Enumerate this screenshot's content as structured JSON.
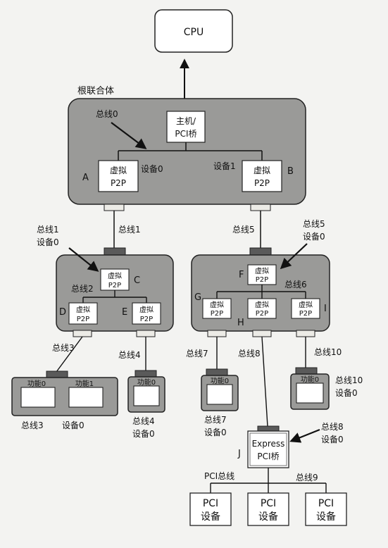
{
  "cpu": "CPU",
  "root_complex": "根联合体",
  "host_bridge": [
    "主机/",
    "PCI桥"
  ],
  "vp2p": [
    "虚拟",
    "P2P"
  ],
  "letters": {
    "A": "A",
    "B": "B",
    "C": "C",
    "D": "D",
    "E": "E",
    "F": "F",
    "G": "G",
    "H": "H",
    "I": "I",
    "J": "J"
  },
  "labels": {
    "bus0": "总线0",
    "dev0": "设备0",
    "dev1": "设备1",
    "bus1": "总线1",
    "bus1_dev0_a": "总线1",
    "bus1_dev0_b": "设备0",
    "bus5": "总线5",
    "bus5_dev0_a": "总线5",
    "bus5_dev0_b": "设备0",
    "bus2": "总线2",
    "bus6": "总线6",
    "bus3": "总线3",
    "bus4": "总线4",
    "bus7": "总线7",
    "bus8": "总线8",
    "bus10": "总线10",
    "func0": "功能0",
    "func1": "功能1",
    "ep1_a": "总线3",
    "ep1_b": "设备0",
    "ep2_a": "总线4",
    "ep2_b": "设备0",
    "ep3_a": "总线7",
    "ep3_b": "设备0",
    "ep4_a": "总线10",
    "ep4_b": "设备0",
    "bus8_dev0_a": "总线8",
    "bus8_dev0_b": "设备0",
    "express_bridge": [
      "Express",
      "PCI桥"
    ],
    "pci_bus": "PCI总线",
    "bus9": "总线9",
    "pci_device": [
      "PCI",
      "设备"
    ]
  },
  "colors": {
    "block": "#9a9a98",
    "box": "#ffffff",
    "port": "#ecebe6",
    "connector": "#5a5a5a",
    "line": "#111111"
  }
}
